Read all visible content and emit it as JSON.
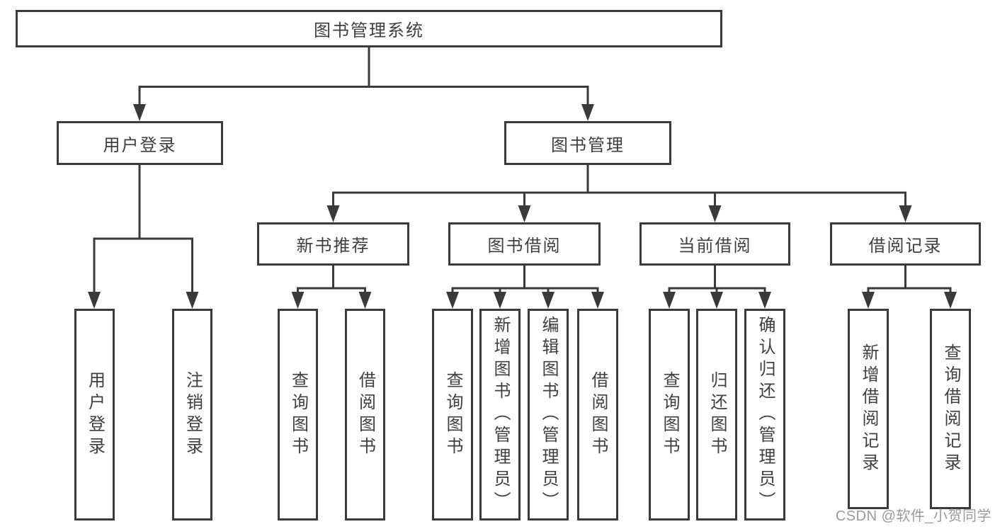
{
  "tree": {
    "label": "图书管理系统",
    "children": [
      {
        "label": "用户登录",
        "children": [
          {
            "label": "用户登录"
          },
          {
            "label": "注销登录"
          }
        ]
      },
      {
        "label": "图书管理",
        "children": [
          {
            "label": "新书推荐",
            "children": [
              {
                "label": "查询图书"
              },
              {
                "label": "借阅图书"
              }
            ]
          },
          {
            "label": "图书借阅",
            "children": [
              {
                "label": "查询图书"
              },
              {
                "label": "新增图书（管理员）"
              },
              {
                "label": "编辑图书（管理员）"
              },
              {
                "label": "借阅图书"
              }
            ]
          },
          {
            "label": "当前借阅",
            "children": [
              {
                "label": "查询图书"
              },
              {
                "label": "归还图书"
              },
              {
                "label": "确认归还（管理员）"
              }
            ]
          },
          {
            "label": "借阅记录",
            "children": [
              {
                "label": "新增借阅记录"
              },
              {
                "label": "查询借阅记录"
              }
            ]
          }
        ]
      }
    ]
  },
  "watermark": {
    "text": "CSDN @软件_小贺同学"
  },
  "colors": {
    "line": "#3a3a3a",
    "box_border": "#3a3a3a",
    "text": "#3f3f3f",
    "watermark": "#9a9a9a",
    "background": "#ffffff"
  }
}
